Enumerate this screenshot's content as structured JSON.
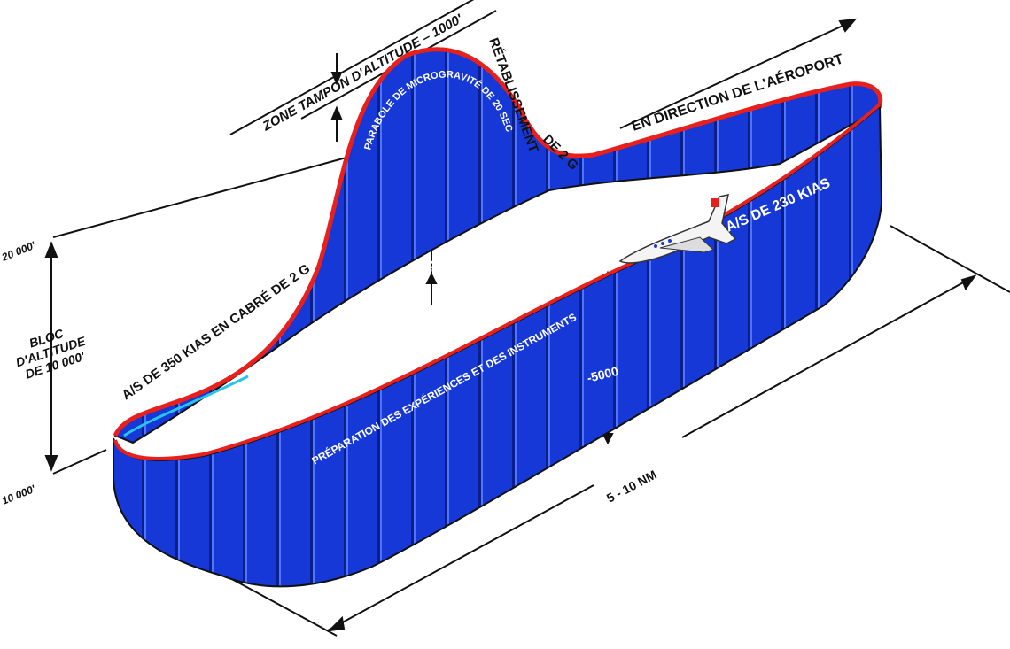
{
  "labels": {
    "buffer_top": "ZONE TAMPON D'ALTITUDE – 1000'",
    "parabola": "PARABOLE DE MICROGRAVITÉ DE 20 SEC.",
    "recovery_line1": "RÉTABLISSEMENT",
    "recovery_line2": "DE 2 G",
    "direction": "EN DIRECTION DE L'AÉROPORT",
    "alt_high": "20 000'",
    "alt_low": "10 000'",
    "block_line1": "BLOC",
    "block_line2": "D'ALTITUDE",
    "block_line3": "DE 10 000'",
    "pullup": "A/S DE 350 KIAS EN CABRÉ DE 2 G",
    "buffer_mid": "ZONE TAMPON D'ALTITUDE -1000",
    "speed_230": "A/S DE 230 KIAS",
    "preparation": "PRÉPARATION DES EXPÉRIENCES ET DES INSTRUMENTS",
    "minus5000": "-5000",
    "distance": "5 - 10 NM"
  },
  "colors": {
    "wall": "#1638d6",
    "edge": "#e8201c",
    "rim": "#27c4f0",
    "outline": "#111111"
  }
}
